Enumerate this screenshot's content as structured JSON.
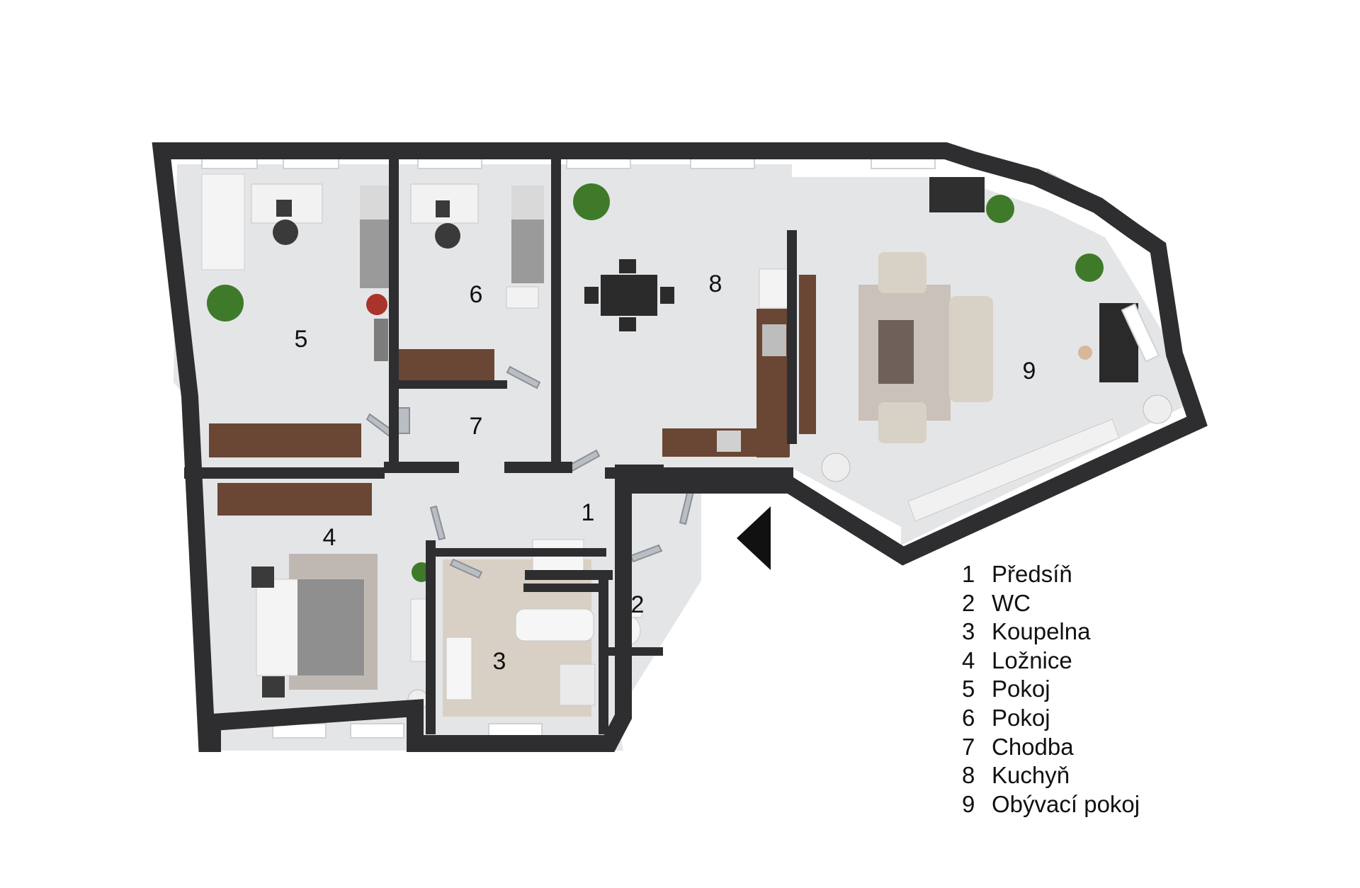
{
  "rooms": [
    {
      "number": "1",
      "name": "Předsíň"
    },
    {
      "number": "2",
      "name": "WC"
    },
    {
      "number": "3",
      "name": "Koupelna"
    },
    {
      "number": "4",
      "name": "Ložnice"
    },
    {
      "number": "5",
      "name": "Pokoj"
    },
    {
      "number": "6",
      "name": "Pokoj"
    },
    {
      "number": "7",
      "name": "Chodba"
    },
    {
      "number": "8",
      "name": "Kuchyň"
    },
    {
      "number": "9",
      "name": "Obývací pokoj"
    }
  ],
  "colors": {
    "wall": "#2e2e30",
    "floor": "#e3e4e6",
    "bath_floor": "#d8cfc4",
    "wood": "#6a4634",
    "rug": "#c9c1ba",
    "plant": "#3f7a2a"
  },
  "icons": [
    "entrance-arrow-icon",
    "plant-icon",
    "bed-icon",
    "desk-icon",
    "chair-icon",
    "sofa-icon",
    "armchair-icon",
    "dining-table-icon",
    "stove-icon",
    "sink-icon",
    "bathtub-icon",
    "toilet-icon",
    "piano-icon",
    "door-icon",
    "window-icon"
  ]
}
